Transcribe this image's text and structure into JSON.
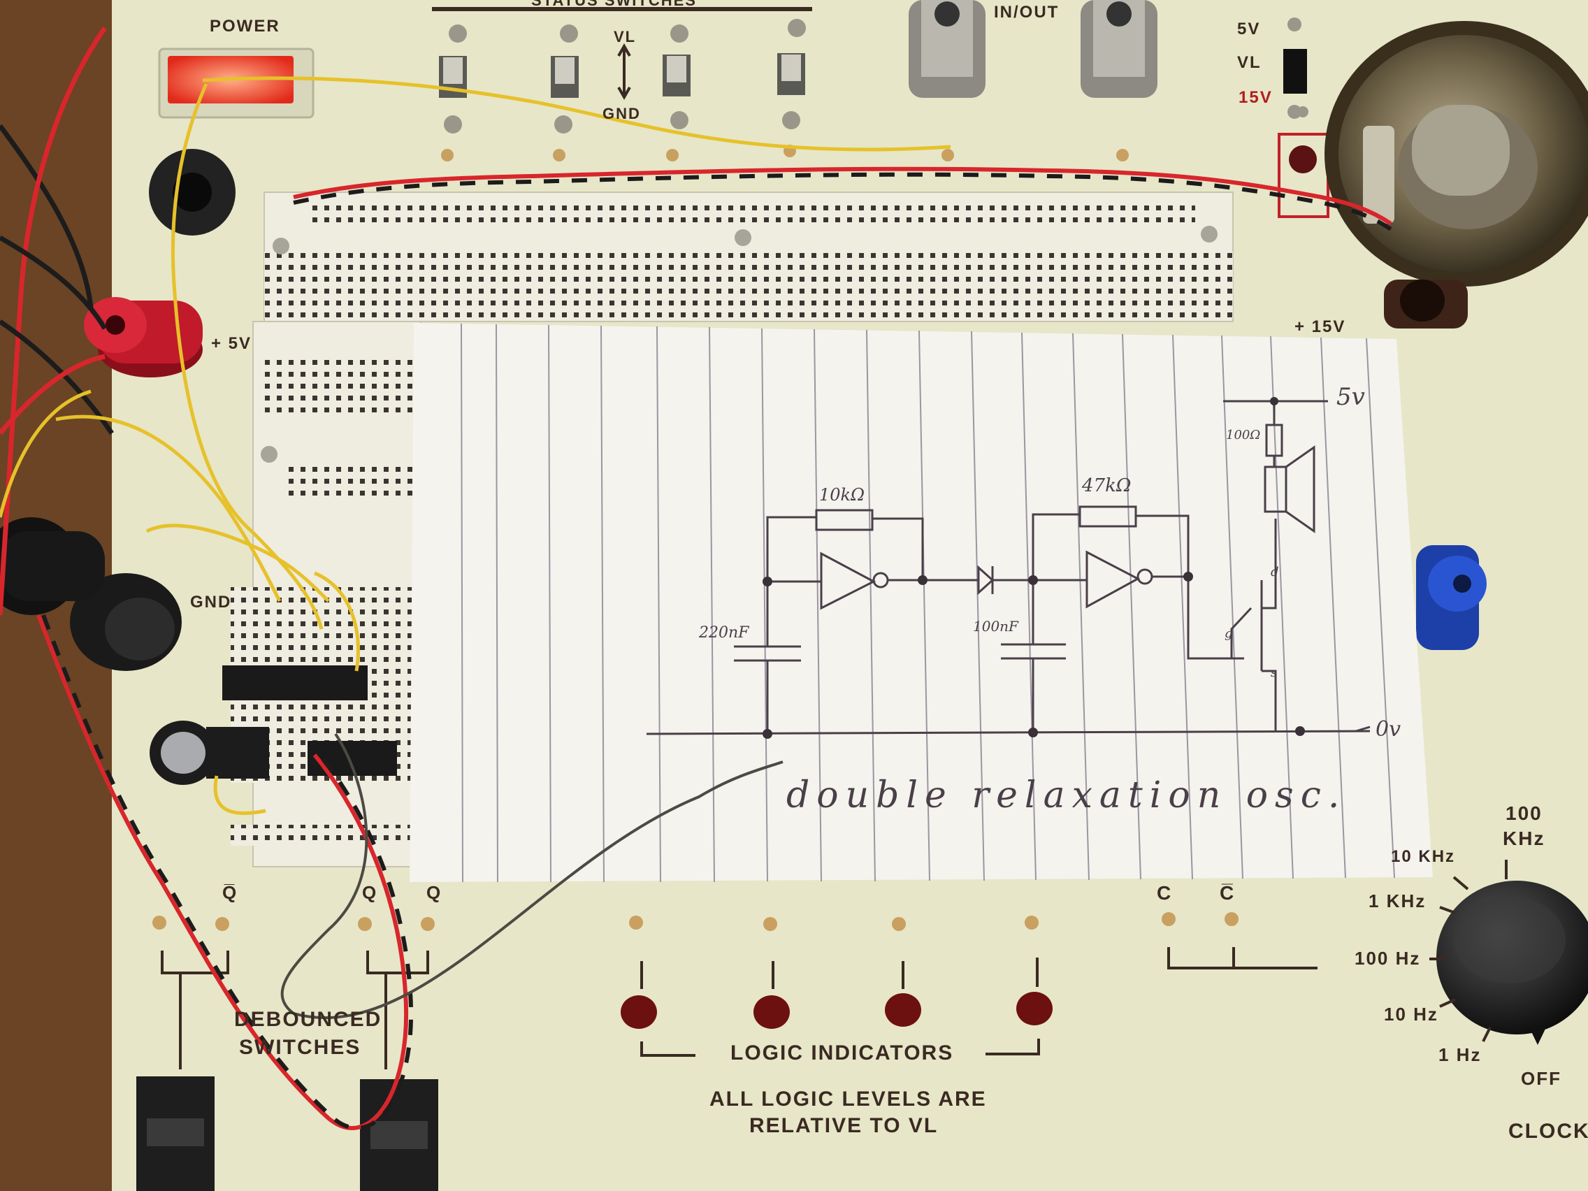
{
  "panel_labels": {
    "power": "POWER",
    "status_switches": "STATUS SWITCHES",
    "vl_switch": "VL",
    "gnd": "GND",
    "in_out": "IN/OUT",
    "supply_5v": "5V",
    "supply_vl": "VL",
    "supply_15v": "15V",
    "plus_5v": "+ 5V",
    "plus_15v": "+ 15V",
    "gnd_post": "GND",
    "q_bar": "Q̅",
    "q": "Q",
    "q2": "Q",
    "debounced": "DEBOUNCED",
    "switches": "SWITCHES",
    "logic_indicators": "LOGIC   INDICATORS",
    "all_logic": "ALL LOGIC LEVELS ARE",
    "relative": "RELATIVE TO VL",
    "c": "C",
    "c_bar": "C̅",
    "clock_100khz_a": "100",
    "clock_100khz_b": "KHz",
    "clock_10khz": "10 KHz",
    "clock_1khz": "1 KHz",
    "clock_100hz": "100 Hz",
    "clock_10hz": "10 Hz",
    "clock_1hz": "1 Hz",
    "clock_off": "OFF",
    "clock": "CLOCK"
  },
  "schematic": {
    "caption": "double relaxation osc.",
    "r1": "10kΩ",
    "r2": "47kΩ",
    "r3": "100Ω",
    "c1": "220nF",
    "c2": "100nF",
    "rail_top": "5v",
    "rail_bottom": "0v",
    "fet_d": "d",
    "fet_g": "g",
    "fet_s": "s"
  },
  "colors": {
    "panel": "#e7e6c8",
    "paper": "#f4f3ee",
    "breadboard": "#efece0",
    "wire_red": "#d8262c",
    "wire_black": "#1c1c1c",
    "wire_yellow": "#e6c12a",
    "led_red": "#6d1010",
    "power_lamp": "#ff3a2a",
    "blue_post": "#1d3fa8",
    "red_post": "#c11a2a"
  }
}
